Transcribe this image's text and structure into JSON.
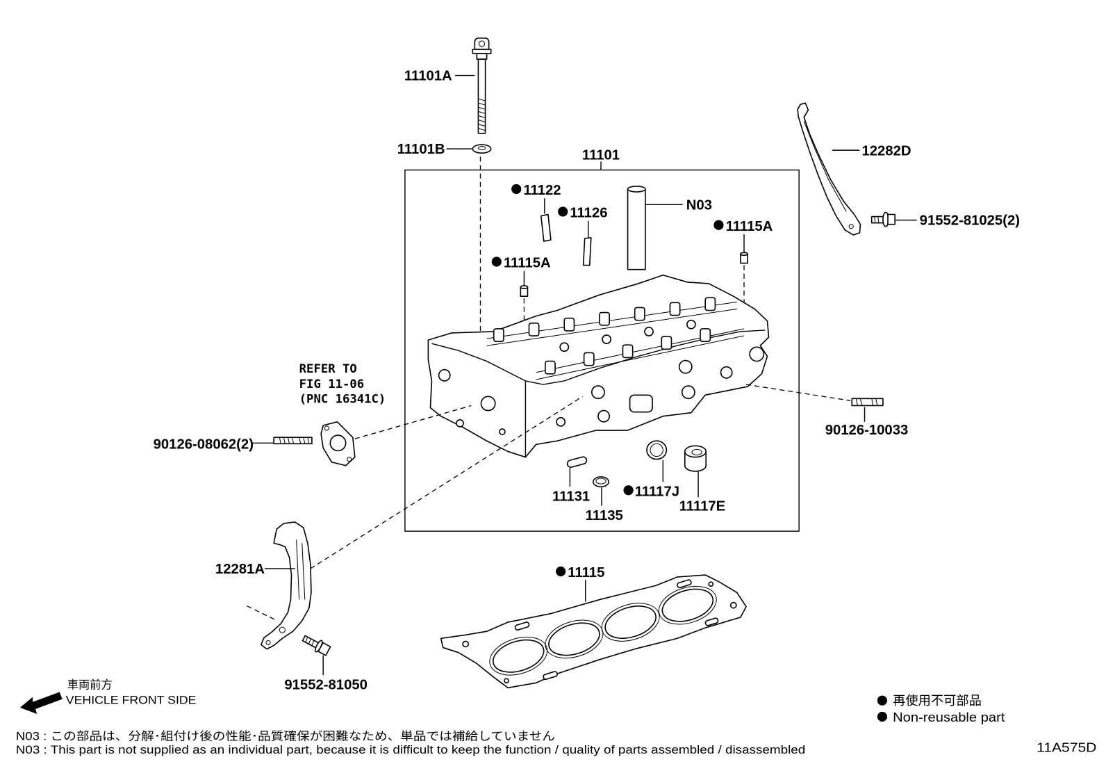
{
  "callouts": {
    "bolt_11101a": {
      "label": "11101A",
      "non_reusable": false
    },
    "washer_11101b": {
      "label": "11101B",
      "non_reusable": false
    },
    "cylinder_head_11101": {
      "label": "11101",
      "non_reusable": false
    },
    "pin_11122": {
      "label": "11122",
      "non_reusable": true
    },
    "pin_11126": {
      "label": "11126",
      "non_reusable": true
    },
    "part_n03": {
      "label": "N03",
      "non_reusable": false
    },
    "dowel_11115a_right": {
      "label": "11115A",
      "non_reusable": true
    },
    "dowel_11115a_left": {
      "label": "11115A",
      "non_reusable": true
    },
    "bracket_12282d": {
      "label": "12282D",
      "non_reusable": false
    },
    "bolt_91552_81025": {
      "label": "91552-81025(2)",
      "non_reusable": false
    },
    "stud_90126_08062": {
      "label": "90126-08062(2)",
      "non_reusable": false
    },
    "stud_90126_10033": {
      "label": "90126-10033",
      "non_reusable": false
    },
    "plug_11131": {
      "label": "11131",
      "non_reusable": false
    },
    "ring_11135": {
      "label": "11135",
      "non_reusable": false
    },
    "ring_11117j": {
      "label": "11117J",
      "non_reusable": true
    },
    "plug_11117e": {
      "label": "11117E",
      "non_reusable": false
    },
    "guide_12281a": {
      "label": "12281A",
      "non_reusable": false
    },
    "gasket_11115": {
      "label": "11115",
      "non_reusable": true
    },
    "bolt_91552_81050": {
      "label": "91552-81050",
      "non_reusable": false
    }
  },
  "refer_note": {
    "line1": "REFER TO",
    "line2": "FIG 11-06",
    "line3": "(PNC 16341C)"
  },
  "front_indicator": {
    "icon": "arrow-left-icon",
    "label_jp": "車両前方",
    "label_en": "VEHICLE FRONT SIDE"
  },
  "legend": {
    "marker_icon": "filled-circle-icon",
    "label_jp": "再使用不可部品",
    "label_en": "Non-reusable part"
  },
  "notes": {
    "jp": "N03 : この部品は、分解･組付け後の性能･品質確保が困難なため、単品では補給していません",
    "en": "N03 : This part is not supplied as an individual part, because it is difficult to keep the function / quality of parts  assembled / disassembled"
  },
  "diagram_code": "11A575D",
  "colors": {
    "ink": "#000000",
    "paper": "#ffffff"
  }
}
